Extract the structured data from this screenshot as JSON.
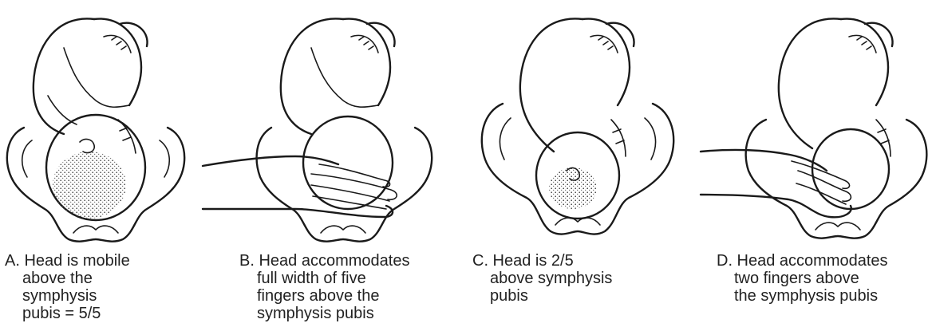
{
  "panels": [
    {
      "id": "A",
      "caption_lines": [
        "A. Head is mobile",
        "above the",
        "symphysis",
        "pubis = 5/5"
      ]
    },
    {
      "id": "B",
      "caption_lines": [
        "B. Head accommodates",
        "full width of five",
        "fingers above the",
        "symphysis pubis"
      ]
    },
    {
      "id": "C",
      "caption_lines": [
        "C. Head is 2/5",
        "above symphysis",
        "pubis"
      ]
    },
    {
      "id": "D",
      "caption_lines": [
        "D. Head accommodates",
        "two fingers above",
        "the symphysis pubis"
      ]
    }
  ]
}
